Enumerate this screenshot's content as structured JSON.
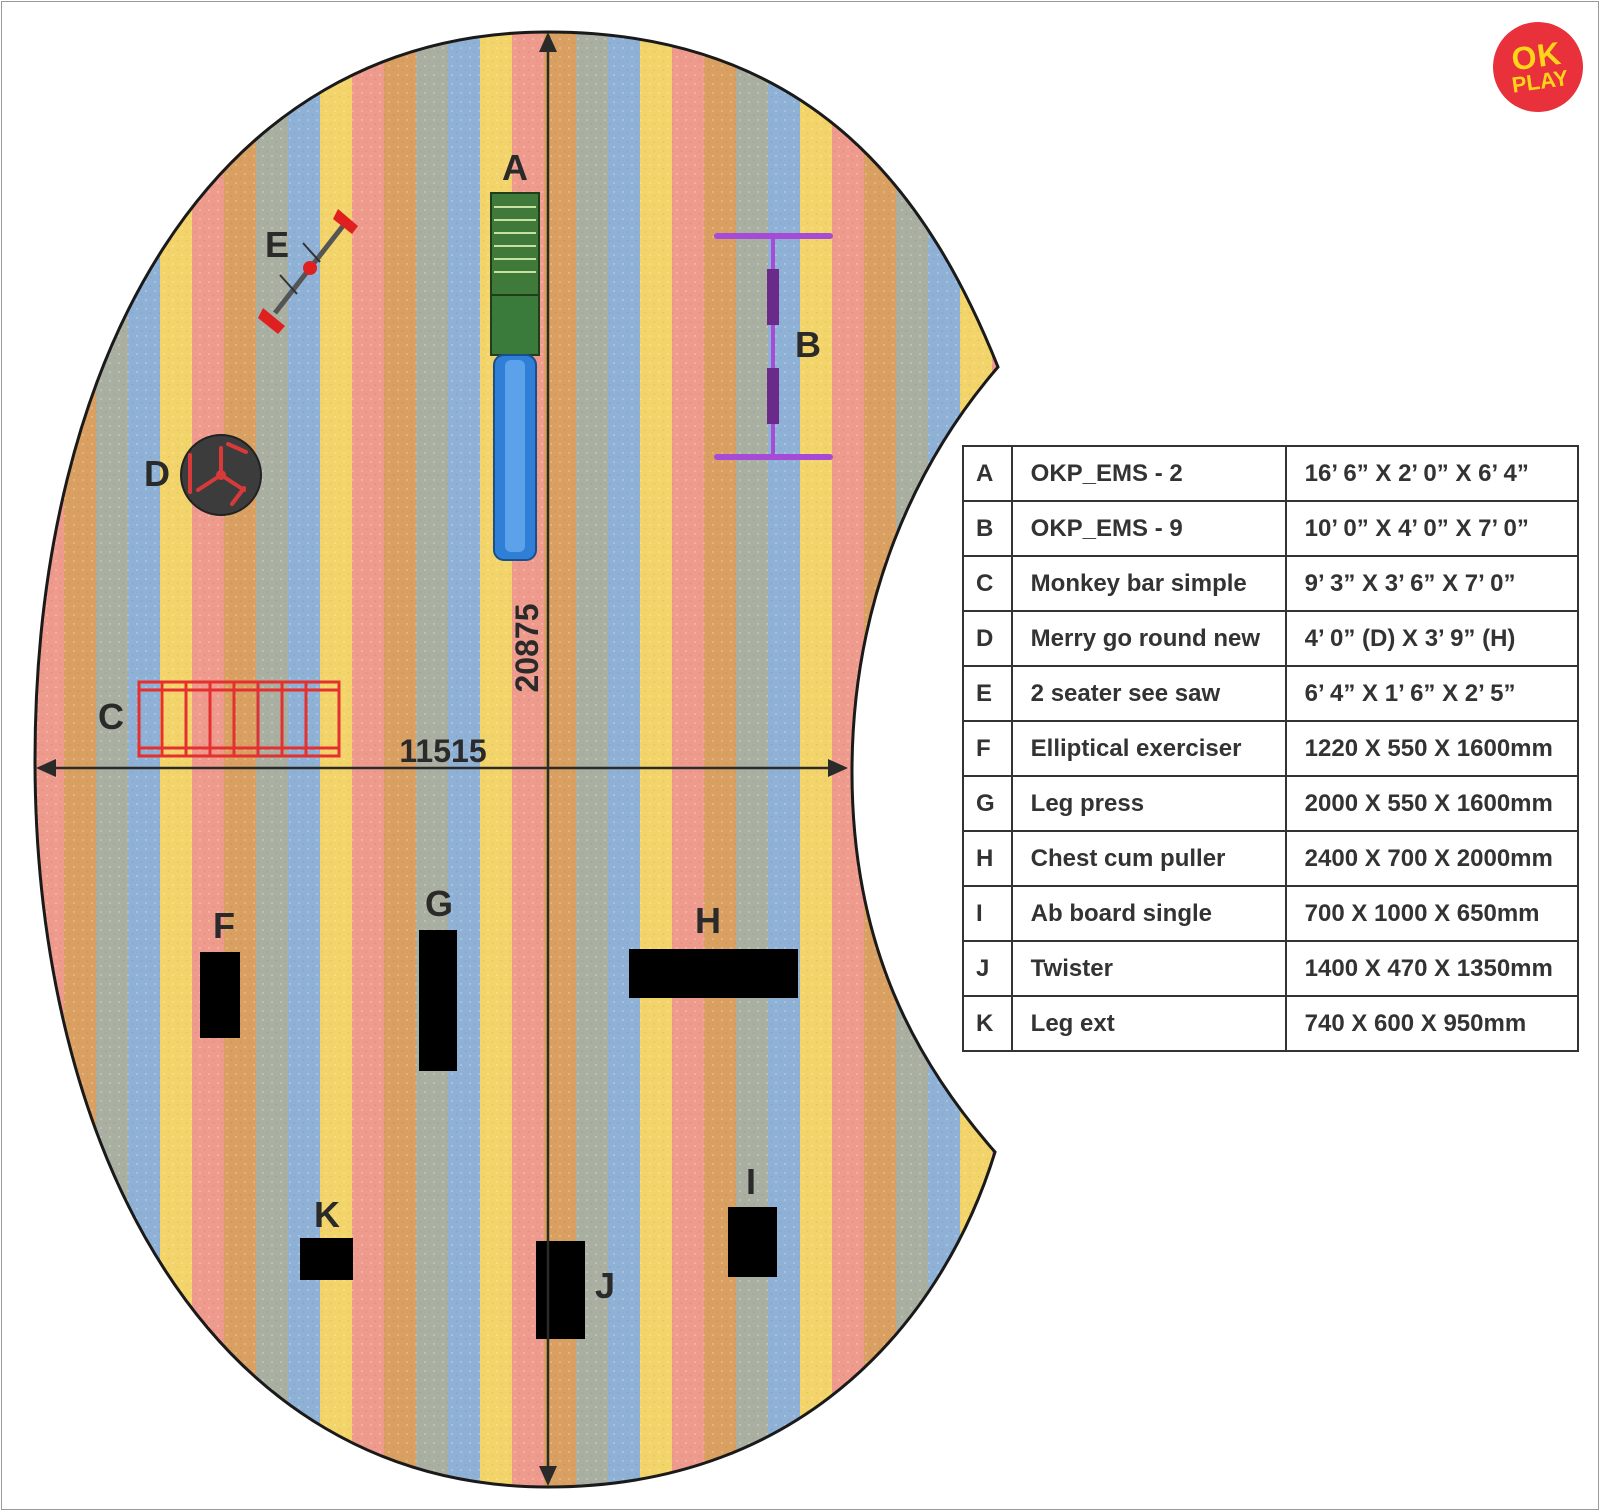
{
  "brand": {
    "logo_line1": "OK",
    "logo_line2": "PLAY",
    "logo_color": "#e8313a",
    "logo_text_color": "#ffd51a"
  },
  "plan": {
    "stripe_colors": [
      "#f2d46a",
      "#ee9a8c",
      "#d9a061",
      "#a9b0a2",
      "#8fb1d6"
    ],
    "dimensions": {
      "width_label": "11515",
      "height_label": "20875"
    },
    "markers": {
      "A": "A",
      "B": "B",
      "C": "C",
      "D": "D",
      "E": "E",
      "F": "F",
      "G": "G",
      "H": "H",
      "I": "I",
      "J": "J",
      "K": "K"
    }
  },
  "legend": {
    "rows": [
      {
        "code": "A",
        "name": "OKP_EMS - 2",
        "size": "16’ 6” X 2’ 0” X 6’ 4”"
      },
      {
        "code": "B",
        "name": "OKP_EMS - 9",
        "size": "10’ 0” X 4’ 0” X 7’ 0”"
      },
      {
        "code": "C",
        "name": "Monkey bar simple",
        "size": "9’ 3” X 3’ 6” X 7’ 0”"
      },
      {
        "code": "D",
        "name": "Merry go round new",
        "size": "4’ 0” (D) X 3’ 9” (H)"
      },
      {
        "code": "E",
        "name": "2 seater see saw",
        "size": "6’ 4” X 1’ 6” X 2’ 5”"
      },
      {
        "code": "F",
        "name": "Elliptical exerciser",
        "size": "1220 X 550 X 1600mm"
      },
      {
        "code": "G",
        "name": "Leg press",
        "size": "2000 X 550 X 1600mm"
      },
      {
        "code": "H",
        "name": "Chest cum puller",
        "size": "2400 X 700 X 2000mm"
      },
      {
        "code": "I",
        "name": "Ab board single",
        "size": "700 X 1000 X 650mm"
      },
      {
        "code": "J",
        "name": "Twister",
        "size": "1400 X 470 X 1350mm"
      },
      {
        "code": "K",
        "name": "Leg ext",
        "size": "740 X 600 X 950mm"
      }
    ]
  }
}
